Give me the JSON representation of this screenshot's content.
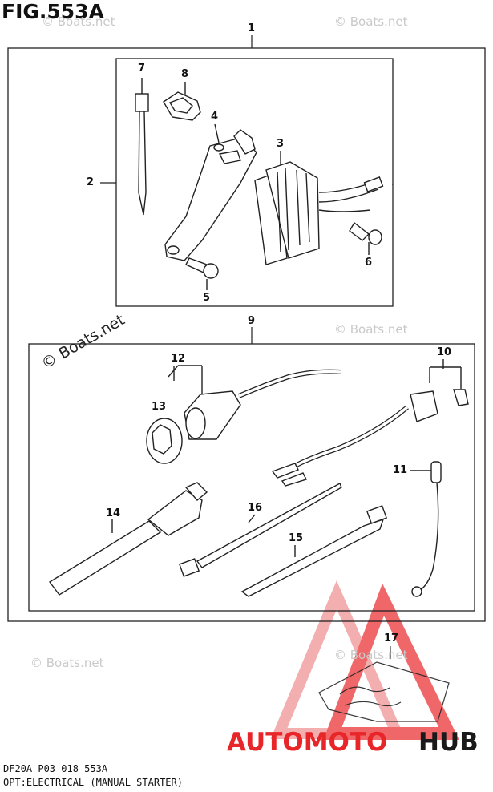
{
  "figure": {
    "title": "FIG.553A",
    "code": "DF20A_P03_018_553A",
    "caption": "OPT:ELECTRICAL (MANUAL STARTER)"
  },
  "watermarks": {
    "text": "© Boats.net"
  },
  "logo": {
    "part_red": "AUTOMOTO",
    "part_black": "HUB",
    "colors": {
      "red": "#e8262a",
      "black": "#1a1a1a",
      "accent": "#f07a2a"
    }
  },
  "callouts": [
    "1",
    "2",
    "3",
    "4",
    "5",
    "6",
    "7",
    "8",
    "9",
    "10",
    "11",
    "12",
    "13",
    "14",
    "15",
    "16",
    "17"
  ]
}
